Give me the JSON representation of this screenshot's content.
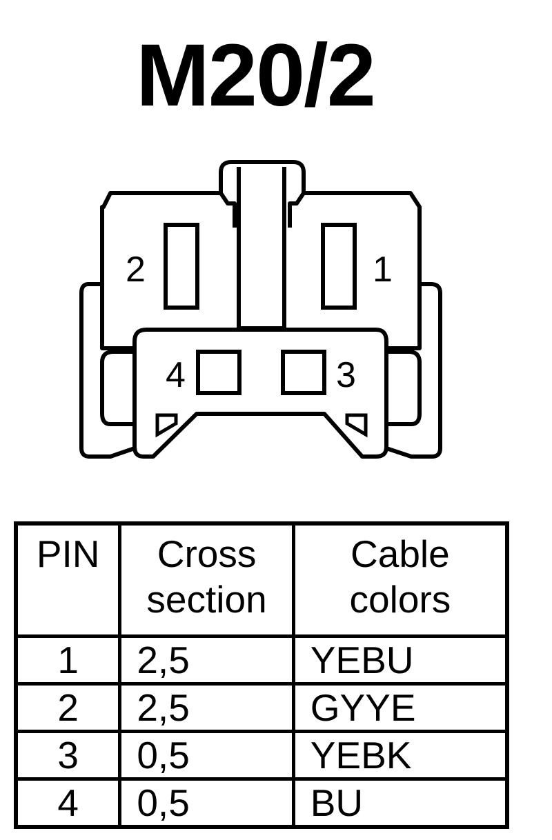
{
  "title": "M20/2",
  "connector": {
    "pins": [
      {
        "number": "1"
      },
      {
        "number": "2"
      },
      {
        "number": "3"
      },
      {
        "number": "4"
      }
    ]
  },
  "table": {
    "headers": {
      "pin": "PIN",
      "cross_line1": "Cross",
      "cross_line2": "section",
      "colors_line1": "Cable",
      "colors_line2": "colors"
    },
    "rows": [
      {
        "pin": "1",
        "cross_section": "2,5",
        "cable_colors": "YEBU"
      },
      {
        "pin": "2",
        "cross_section": "2,5",
        "cable_colors": "GYYE"
      },
      {
        "pin": "3",
        "cross_section": "0,5",
        "cable_colors": "YEBK"
      },
      {
        "pin": "4",
        "cross_section": "0,5",
        "cable_colors": "BU"
      }
    ]
  }
}
